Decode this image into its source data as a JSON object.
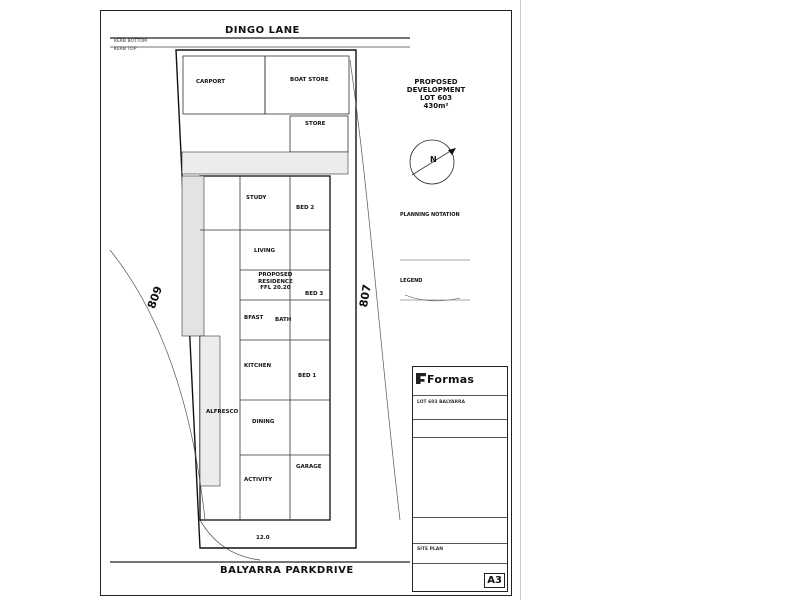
{
  "plan": {
    "road_top": "DINGO LANE",
    "road_bottom": "BALYARRA PARKDRIVE",
    "kerb_bottom": "KERB BOTTOM",
    "kerb_top": "KERB TOP",
    "lot_title": [
      "PROPOSED",
      "DEVELOPMENT",
      "LOT 603",
      "430m²"
    ],
    "residence": [
      "PROPOSED",
      "RESIDENCE",
      "FFL 20.20"
    ],
    "spot_levels": [
      "809",
      "807"
    ],
    "dimension_bottom": "12.0",
    "notation_heading": "PLANNING NOTATION",
    "legend_heading": "LEGEND",
    "north_label": "N"
  },
  "rooms": [
    {
      "id": "carport",
      "label": "CARPORT"
    },
    {
      "id": "boat-store",
      "label": "BOAT STORE"
    },
    {
      "id": "store",
      "label": "STORE"
    },
    {
      "id": "study",
      "label": "STUDY"
    },
    {
      "id": "bed2",
      "label": "BED 2"
    },
    {
      "id": "living",
      "label": "LIVING"
    },
    {
      "id": "bed3",
      "label": "BED 3"
    },
    {
      "id": "bath",
      "label": "BATH"
    },
    {
      "id": "brkfst",
      "label": "BFAST"
    },
    {
      "id": "kitchen",
      "label": "KITCHEN"
    },
    {
      "id": "bed1",
      "label": "BED 1"
    },
    {
      "id": "dining",
      "label": "DINING"
    },
    {
      "id": "alfresco",
      "label": "ALFRESCO"
    },
    {
      "id": "activity",
      "label": "ACTIVITY"
    },
    {
      "id": "garage",
      "label": "GARAGE"
    }
  ],
  "title_block": {
    "company": "Formas",
    "lot_line": "LOT 603 BALYARRA",
    "sheet_title": "SITE PLAN",
    "sheet_size": "A3"
  }
}
